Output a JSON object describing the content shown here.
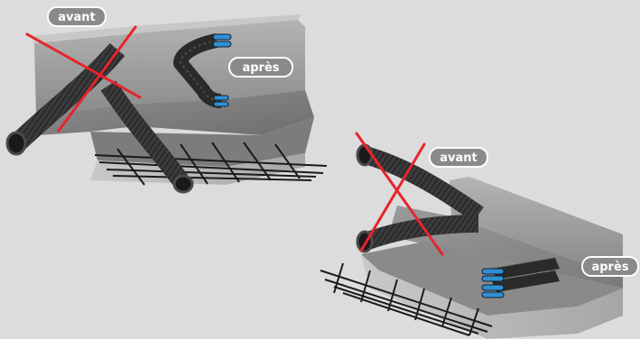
{
  "labels": {
    "top_before": "avant",
    "top_after": "après",
    "bottom_before": "avant",
    "bottom_after": "après"
  },
  "colors": {
    "background": "#dcdcdc",
    "cross": "#e8242a",
    "pill": "#8a8a8a",
    "conduit_round": "#3a3a3a",
    "conduit_flat": "#2a2a2a",
    "conduit_end": "#2f8fd3"
  }
}
